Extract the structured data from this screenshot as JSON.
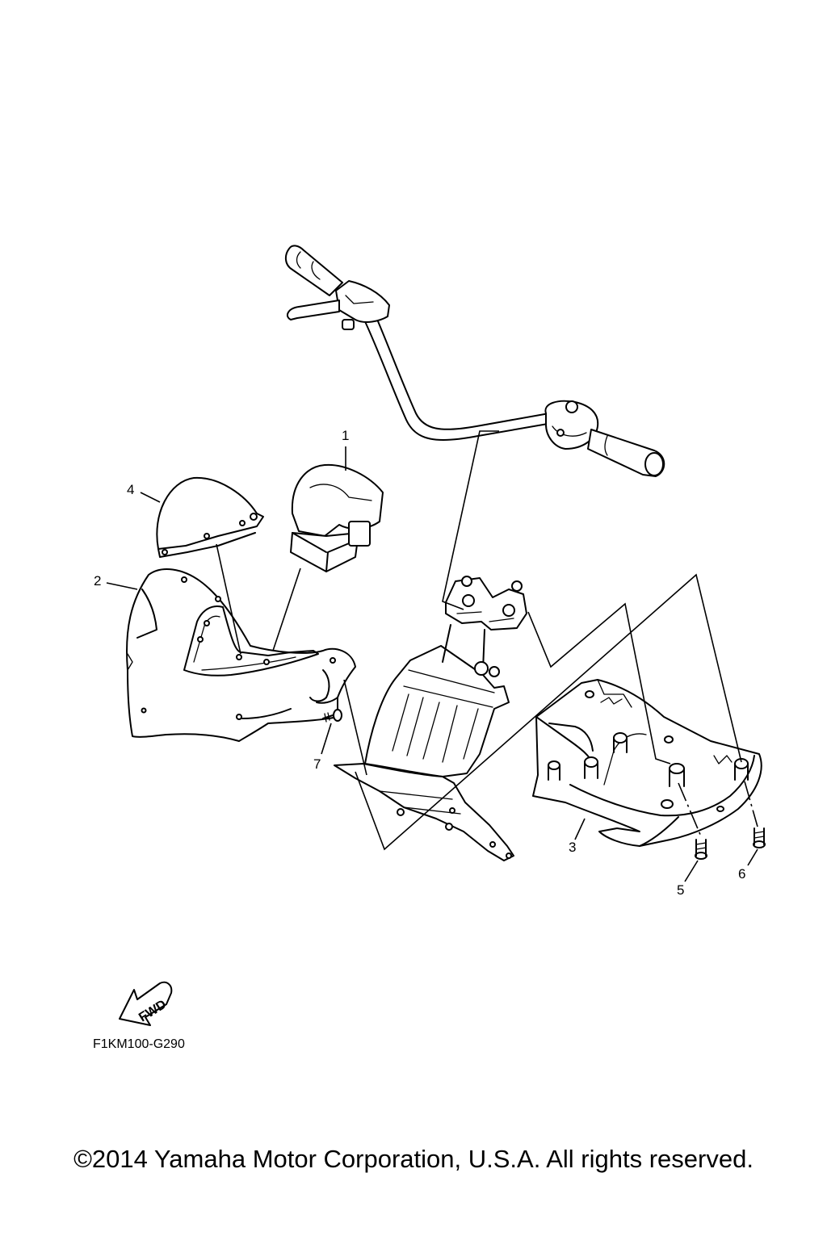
{
  "diagram": {
    "callouts": [
      {
        "id": "1",
        "label": "1"
      },
      {
        "id": "2",
        "label": "2"
      },
      {
        "id": "3",
        "label": "3"
      },
      {
        "id": "4",
        "label": "4"
      },
      {
        "id": "5",
        "label": "5"
      },
      {
        "id": "6",
        "label": "6"
      },
      {
        "id": "7",
        "label": "7"
      }
    ],
    "fwd_label": "FWD",
    "drawing_code": "F1KM100-G290"
  },
  "footer": {
    "copyright": "©2014 Yamaha Motor Corporation, U.S.A. All rights reserved."
  }
}
